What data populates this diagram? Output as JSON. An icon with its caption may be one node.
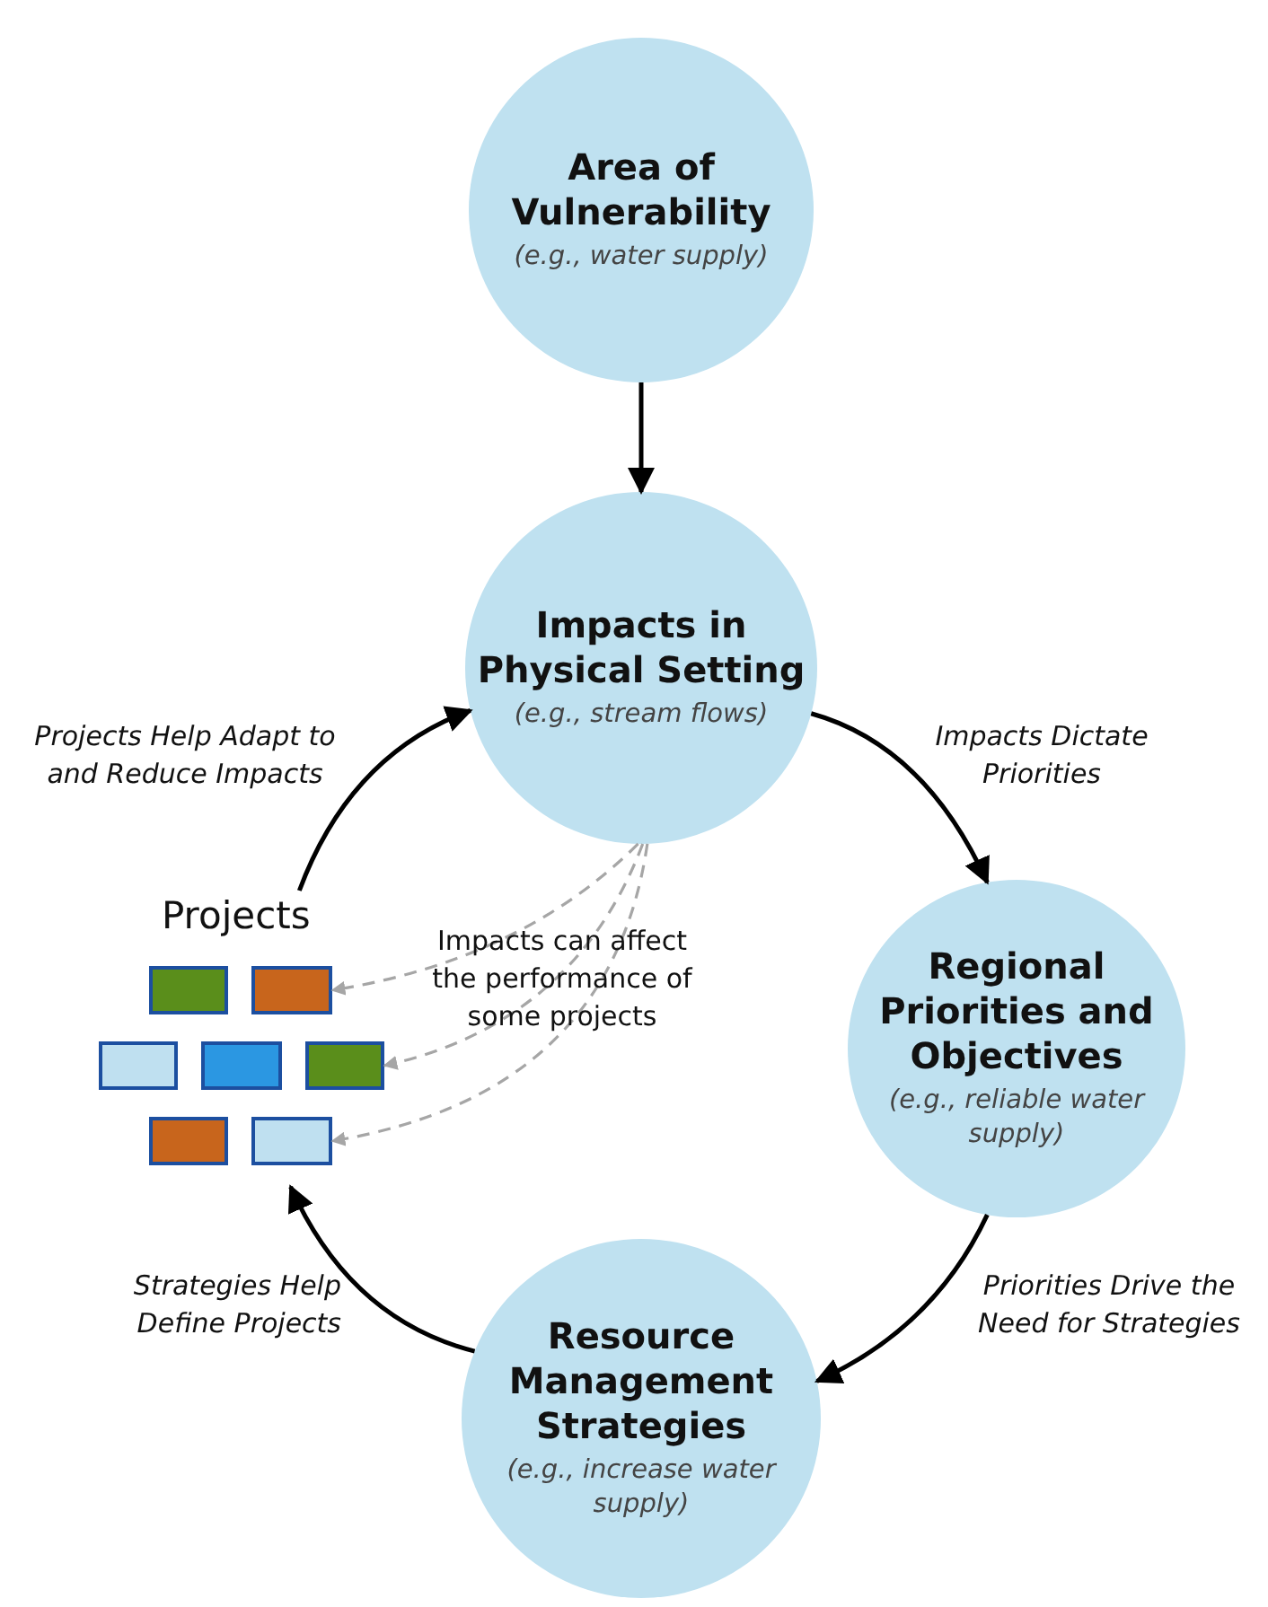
{
  "diagram": {
    "nodes": [
      {
        "text": [
          "Area of Vulnerability",
          "(e.g., water supply)"
        ]
      },
      {
        "text": [
          "Impacts in Physical Setting",
          "(e.g., stream flows)"
        ]
      },
      {
        "text": [
          "Regional Priorities and Objectives",
          "(e.g., reliable water supply)"
        ]
      },
      {
        "text": [
          "Resource Management Strategies",
          "(e.g., increase water supply)"
        ]
      },
      {
        "text": [
          "Projects"
        ]
      },
      {
        "text": [],
        "shape": "box",
        "in": 4
      },
      {
        "text": [],
        "shape": "box",
        "in": 4
      },
      {
        "text": [],
        "shape": "box",
        "in": 4
      },
      {
        "text": [],
        "shape": "box",
        "in": 4
      },
      {
        "text": [],
        "shape": "box",
        "in": 4
      },
      {
        "text": [],
        "shape": "box",
        "in": 4
      },
      {
        "text": [],
        "shape": "box",
        "in": 4
      }
    ],
    "edges": [
      {
        "from": 0,
        "to": 1,
        "arrow": "to"
      },
      {
        "from": 1,
        "to": 2,
        "arrow": "to",
        "label": "Impacts Dictate Priorities"
      },
      {
        "from": 2,
        "to": 3,
        "arrow": "to",
        "label": "Priorities Drive the Need for Strategies"
      },
      {
        "from": 3,
        "to": 4,
        "arrow": "to",
        "label": "Strategies Help Define Projects"
      },
      {
        "from": 4,
        "to": 1,
        "arrow": "to",
        "label": "Projects Help Adapt to and Reduce Impacts"
      },
      {
        "from": 1,
        "to": 6,
        "arrow": "to",
        "style": "dashed",
        "color": "#a6a6a6"
      },
      {
        "from": 1,
        "to": 9,
        "arrow": "to",
        "style": "dashed",
        "color": "#a6a6a6"
      },
      {
        "from": 1,
        "to": 11,
        "arrow": "to",
        "style": "dashed",
        "color": "#a6a6a6"
      }
    ],
    "labels": [
      "Impacts can affect the performance of some projects"
    ]
  }
}
